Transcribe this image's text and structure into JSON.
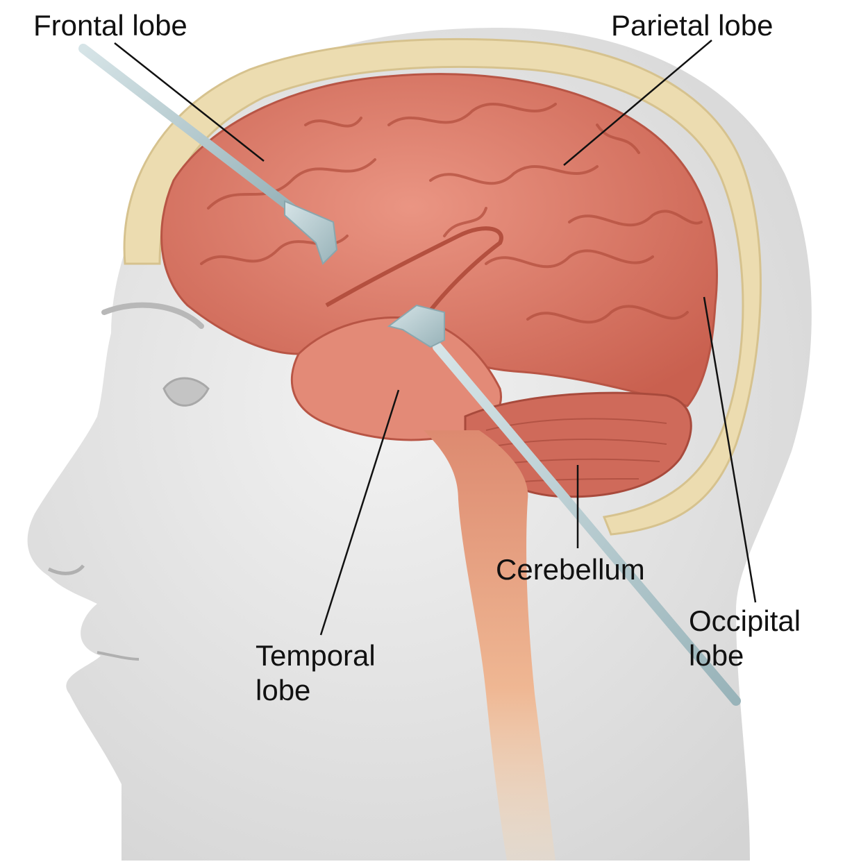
{
  "labels": {
    "frontal": "Frontal lobe",
    "parietal": "Parietal lobe",
    "cerebellum": "Cerebellum",
    "temporal": {
      "line1": "Temporal",
      "line2": "lobe"
    },
    "occipital": {
      "line1": "Occipital",
      "line2": "lobe"
    }
  },
  "colors": {
    "skin": "#e6e6e6",
    "skull": "#ecdcb0",
    "brain": "#e07e6c",
    "brain_shade": "#c9604f",
    "cerebellum": "#cf6a5a",
    "spinal_cord": "#e8a47e",
    "probe": "#b7cdd2",
    "leader_line": "#111111"
  }
}
